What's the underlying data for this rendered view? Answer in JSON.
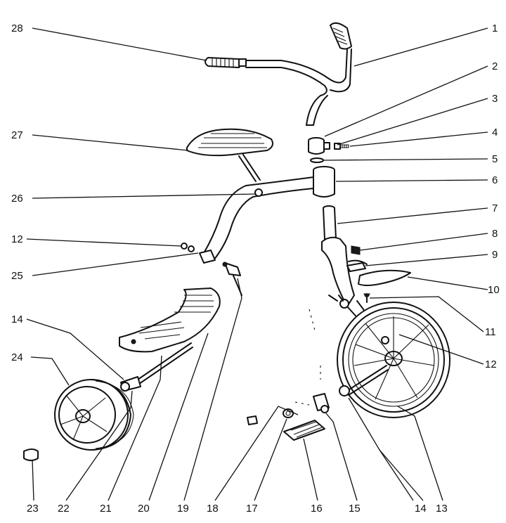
{
  "diagram": {
    "type": "exploded-parts-view",
    "callouts": [
      {
        "id": "1",
        "label": "1"
      },
      {
        "id": "2",
        "label": "2"
      },
      {
        "id": "3",
        "label": "3"
      },
      {
        "id": "4",
        "label": "4"
      },
      {
        "id": "5",
        "label": "5"
      },
      {
        "id": "6",
        "label": "6"
      },
      {
        "id": "7",
        "label": "7"
      },
      {
        "id": "8",
        "label": "8"
      },
      {
        "id": "9",
        "label": "9"
      },
      {
        "id": "10",
        "label": "10"
      },
      {
        "id": "11",
        "label": "11"
      },
      {
        "id": "12a",
        "label": "12"
      },
      {
        "id": "12b",
        "label": "12"
      },
      {
        "id": "13",
        "label": "13"
      },
      {
        "id": "14a",
        "label": "14"
      },
      {
        "id": "14b",
        "label": "14"
      },
      {
        "id": "15",
        "label": "15"
      },
      {
        "id": "16",
        "label": "16"
      },
      {
        "id": "17",
        "label": "17"
      },
      {
        "id": "18",
        "label": "18"
      },
      {
        "id": "19",
        "label": "19"
      },
      {
        "id": "20",
        "label": "20"
      },
      {
        "id": "21",
        "label": "21"
      },
      {
        "id": "22",
        "label": "22"
      },
      {
        "id": "23",
        "label": "23"
      },
      {
        "id": "24",
        "label": "24"
      },
      {
        "id": "25",
        "label": "25"
      },
      {
        "id": "26",
        "label": "26"
      },
      {
        "id": "27",
        "label": "27"
      },
      {
        "id": "28",
        "label": "28"
      }
    ]
  }
}
